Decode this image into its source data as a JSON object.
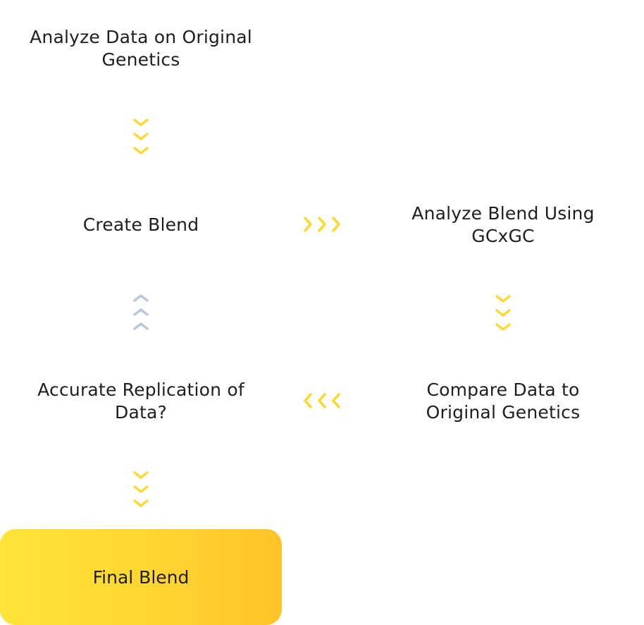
{
  "steps": {
    "analyze_original": "Analyze Data on Original Genetics",
    "create_blend": "Create Blend",
    "analyze_blend": "Analyze Blend Using GCxGC",
    "compare_data": "Compare Data to Original Genetics",
    "accurate_replication": "Accurate Replication of Data?",
    "final_blend": "Final Blend"
  },
  "colors": {
    "arrow_yellow": "#fdd935",
    "arrow_blue": "#b8c9dc",
    "final_box_start": "#ffe43a",
    "final_box_end": "#ffc42a"
  }
}
